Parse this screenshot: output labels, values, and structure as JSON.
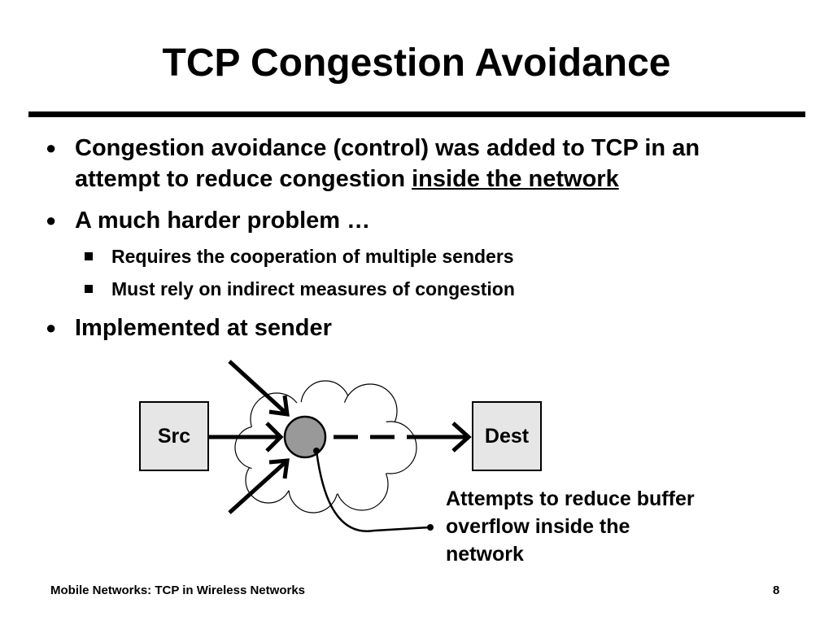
{
  "title": "TCP Congestion Avoidance",
  "bullets": [
    {
      "text": "Congestion avoidance (control) was added to TCP in an attempt to reduce congestion ",
      "emph": "inside the network"
    },
    {
      "text": "A much harder problem …",
      "sub": [
        "Requires the cooperation of multiple senders",
        "Must rely on indirect measures of congestion"
      ]
    },
    {
      "text": "Implemented at sender"
    }
  ],
  "diagram": {
    "src": "Src",
    "dest": "Dest",
    "note": "Attempts to reduce buffer overflow inside the network",
    "node_color": "#999999",
    "box_color": "#e6e6e6"
  },
  "footer": {
    "left": "Mobile Networks:  TCP in Wireless Networks",
    "page": "8"
  }
}
